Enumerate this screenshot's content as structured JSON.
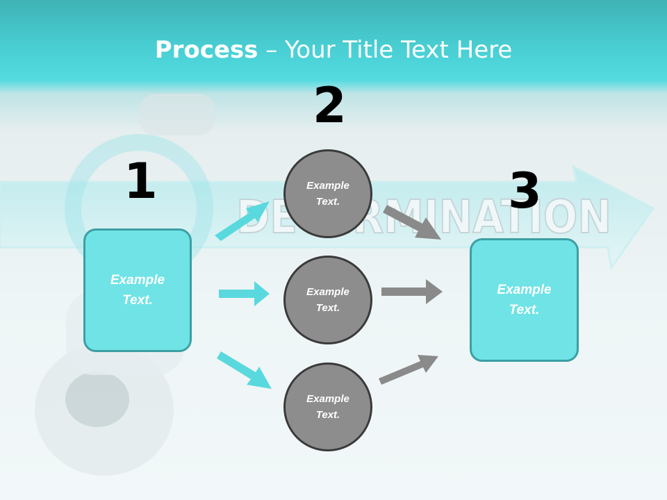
{
  "title": {
    "bold": "Process",
    "rest": " – Your Title Text Here"
  },
  "background_word": "DETERMINATION",
  "steps": [
    {
      "number": "1",
      "box_text_line1": "Example",
      "box_text_line2": "Text."
    },
    {
      "number": "2"
    },
    {
      "number": "3",
      "box_text_line1": "Example",
      "box_text_line2": "Text."
    }
  ],
  "circles": [
    {
      "line1": "Example",
      "line2": "Text."
    },
    {
      "line1": "Example",
      "line2": "Text."
    },
    {
      "line1": "Example",
      "line2": "Text."
    }
  ],
  "colors": {
    "accent_teal": "#6fe3e5",
    "teal_border": "#3c9fa4",
    "circle_fill": "#8d8d8d",
    "circle_border": "#3a3a3a",
    "arrow_grey": "#8a8a8a",
    "arrow_teal": "#59d9dd"
  }
}
